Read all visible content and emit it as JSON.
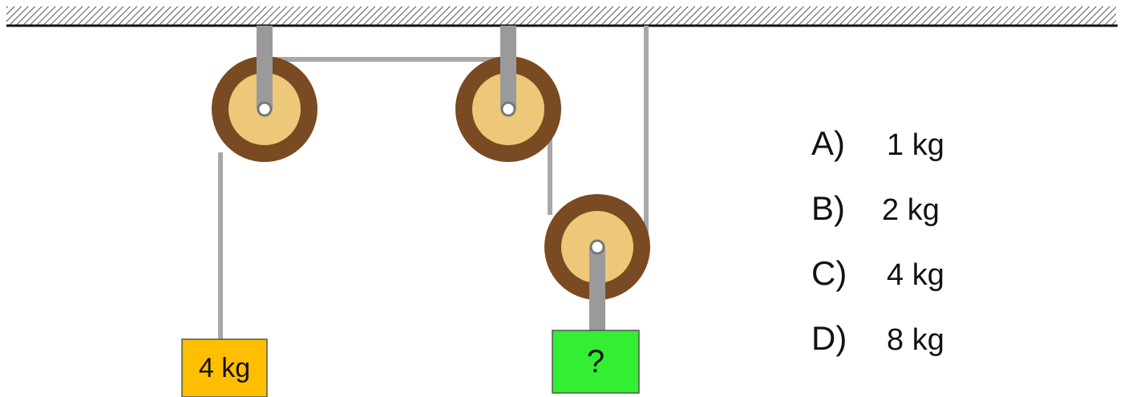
{
  "diagram": {
    "known_mass_label": "4 kg",
    "unknown_mass_label": "?",
    "colors": {
      "known_mass": "#ffbf00",
      "unknown_mass": "#33ee33",
      "pulley_rim": "#7a4a22",
      "pulley_face": "#ecc878",
      "rod": "#9a9a9a",
      "rope": "#a8a8a8"
    }
  },
  "options": [
    {
      "letter": "A)",
      "value": "1 kg"
    },
    {
      "letter": "B)",
      "value": "2 kg"
    },
    {
      "letter": "C)",
      "value": "4 kg"
    },
    {
      "letter": "D)",
      "value": "8 kg"
    }
  ]
}
